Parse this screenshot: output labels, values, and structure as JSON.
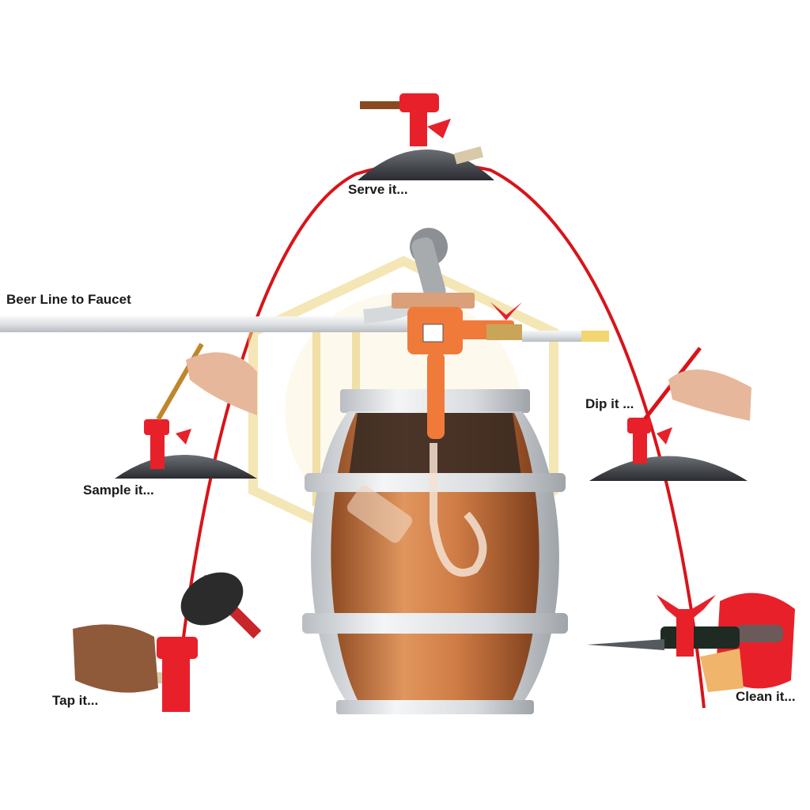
{
  "labels": {
    "serve": "Serve it...",
    "beer_line": "Beer Line to Faucet",
    "sample": "Sample it...",
    "dip": "Dip it ...",
    "tap": "Tap it...",
    "clean": "Clean it..."
  },
  "colors": {
    "arc": "#d8141a",
    "tap_red": "#e8202a",
    "keg_steel": "#3e4147",
    "barrel_copper": "#c9753e",
    "barrel_silver": "#d5d8dc",
    "tap_orange": "#f07a3a",
    "beer_line": "#e3e6e8",
    "watermark": "#e9cf6c"
  }
}
